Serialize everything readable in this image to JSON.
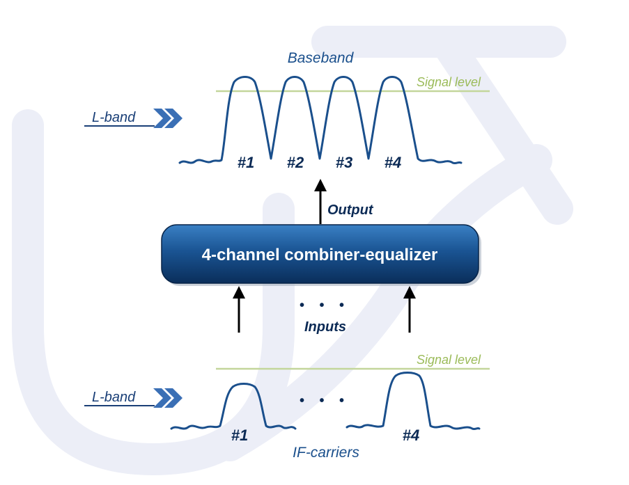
{
  "top_title": "Baseband",
  "signal_level_label": "Signal level",
  "lband_label": "L-band",
  "output_label": "Output",
  "combiner_label": "4-channel combiner-equalizer",
  "inputs_label": "Inputs",
  "bottom_title": "IF-carriers",
  "baseband_channels": [
    "#1",
    "#2",
    "#3",
    "#4"
  ],
  "if_carriers": [
    "#1",
    "#4"
  ],
  "ellipsis": "• • •",
  "colors": {
    "signal": "#1a4f8c",
    "signal_level_line": "#c3d69b",
    "signal_level_text": "#9bbb59",
    "box_top": "#2d6fb0",
    "box_bottom": "#0a2e5a",
    "watermark": "#eceef7",
    "chevron": "#3a6fb5"
  }
}
